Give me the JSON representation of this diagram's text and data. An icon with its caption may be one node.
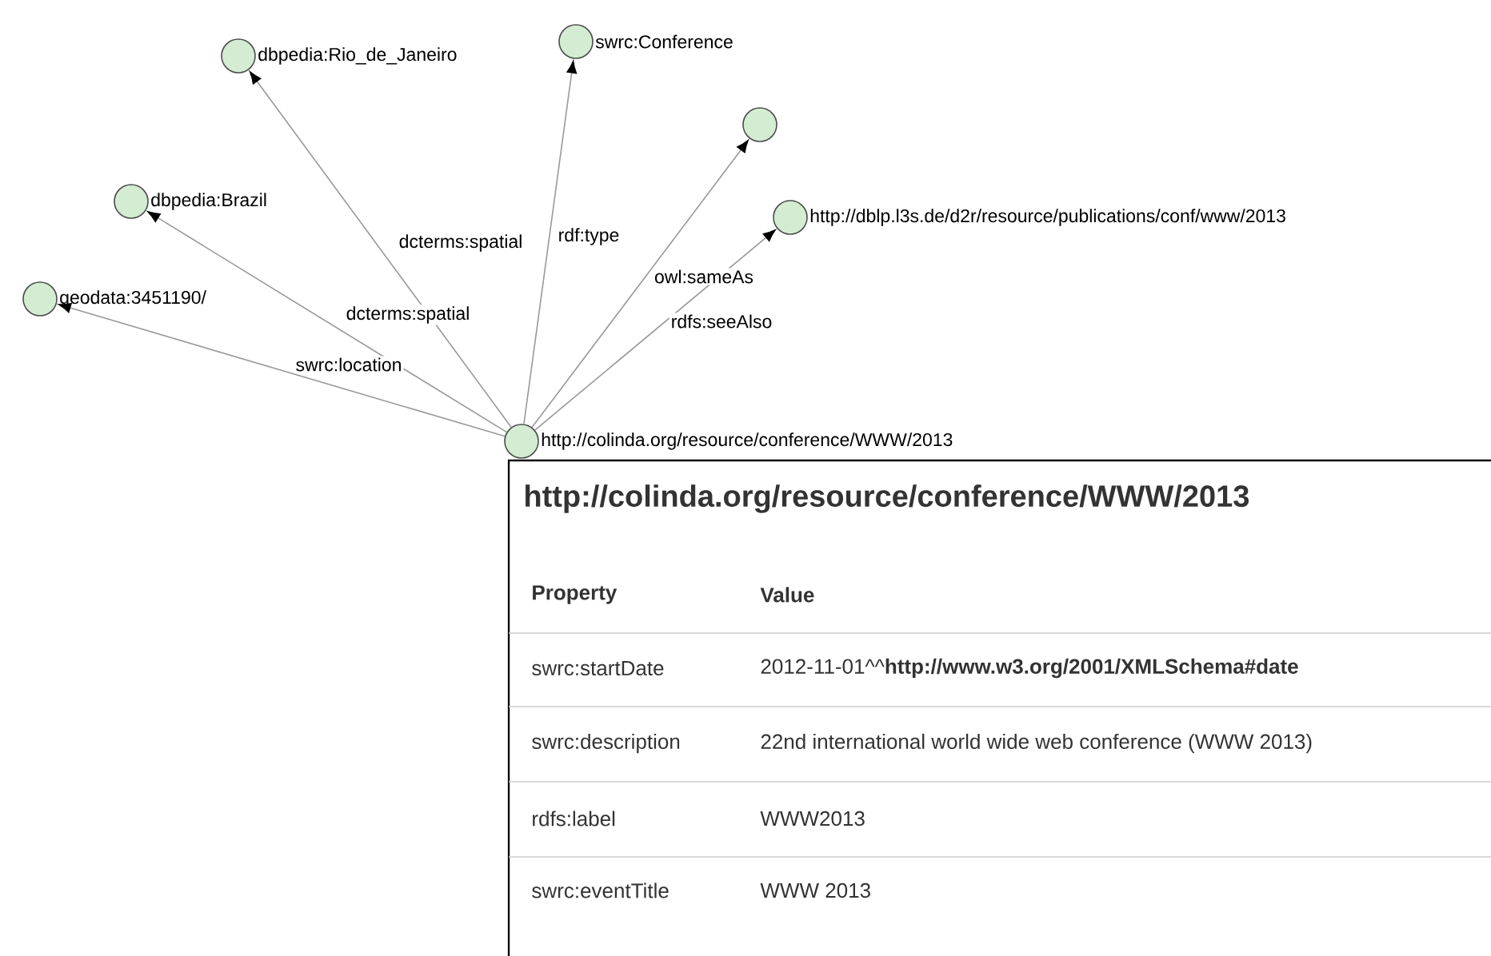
{
  "diagram": {
    "nodes": [
      {
        "text": [
          "swrc:Conference"
        ]
      },
      {
        "text": [
          "dbpedia:Rio_de_Janeiro"
        ]
      },
      {
        "text": [],
        "shape": "circle"
      },
      {
        "text": [
          "dbpedia:Brazil"
        ]
      },
      {
        "text": [
          "http://dblp.l3s.de/d2r/resource/publications/conf/www/2013"
        ]
      },
      {
        "text": [
          "geodata:3451190/"
        ]
      },
      {
        "text": [
          "http://colinda.org/resource/conference/WWW/2013"
        ]
      }
    ],
    "edges": [
      {
        "from": 6,
        "to": 5,
        "arrow": "to",
        "label": "swrc:location"
      },
      {
        "from": 6,
        "to": 3,
        "arrow": "to",
        "label": "dcterms:spatial"
      },
      {
        "from": 6,
        "to": 1,
        "arrow": "to",
        "label": "dcterms:spatial"
      },
      {
        "from": 6,
        "to": 0,
        "arrow": "to",
        "label": "rdf:type"
      },
      {
        "from": 6,
        "to": 2,
        "arrow": "to",
        "label": "owl:sameAs"
      },
      {
        "from": 6,
        "to": 4,
        "arrow": "to",
        "label": "rdfs:seeAlso"
      }
    ],
    "labels": [
      "http://colinda.org/resource/conference/WWW/2013",
      "Property",
      "Value",
      "swrc:startDate",
      "2012-11-01^^**http://www.w3.org/2001/XMLSchema#date**",
      "swrc:description",
      "22nd international world wide web conference (WWW 2013)",
      "rdfs:label",
      "WWW2013",
      "swrc:eventTitle",
      "WWW 2013"
    ]
  }
}
